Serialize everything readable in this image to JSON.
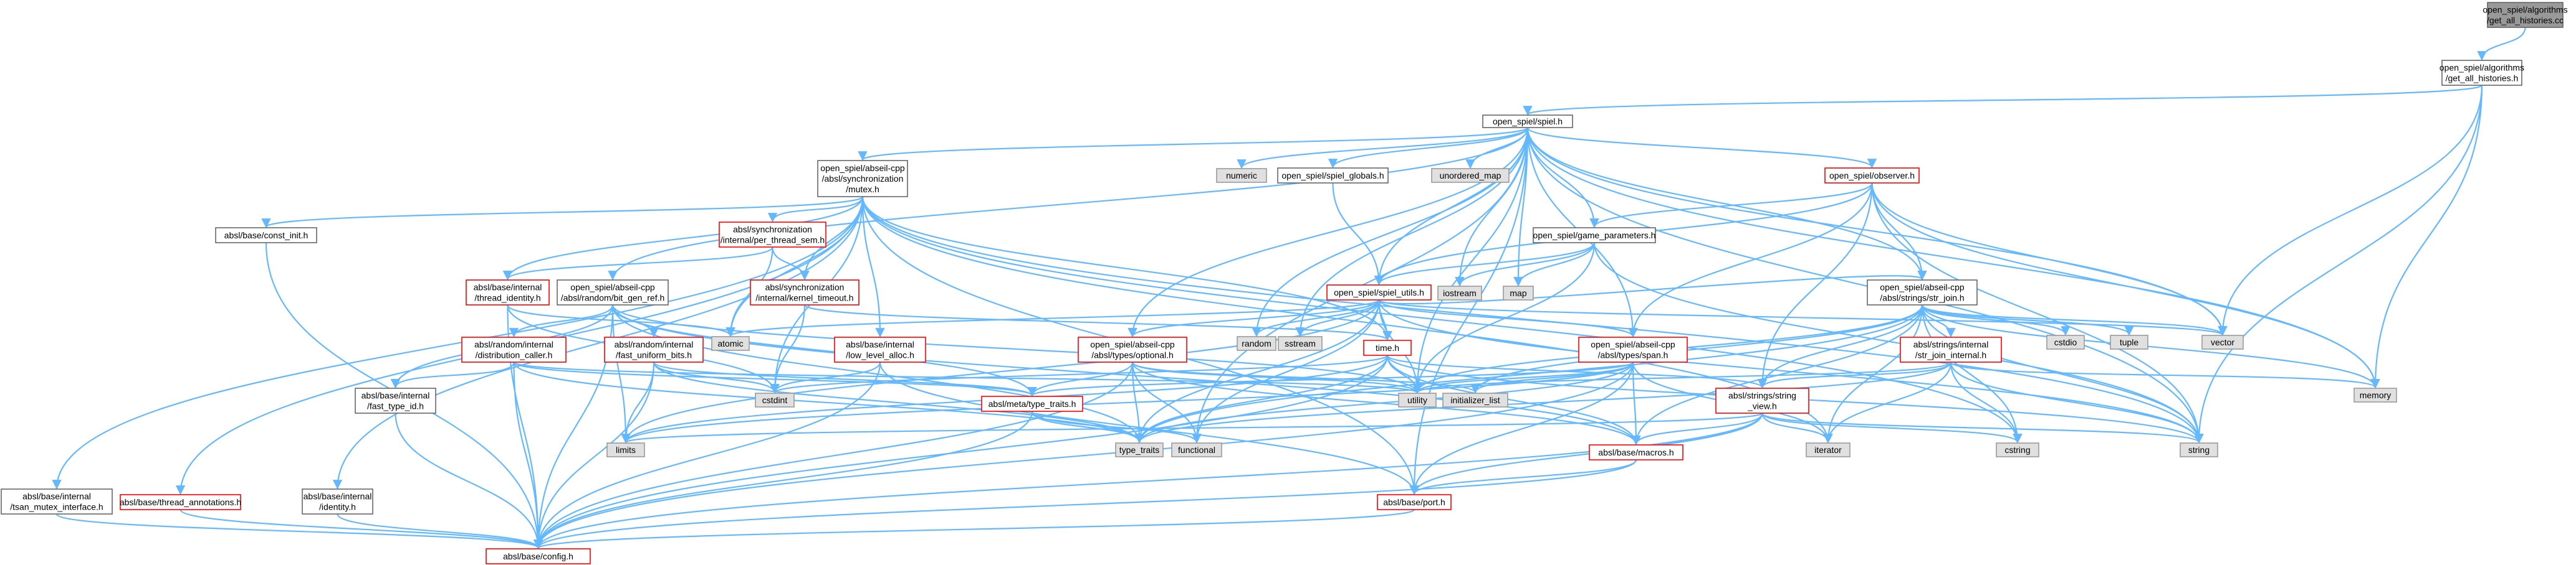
{
  "colors": {
    "edge": "#63b8ff",
    "node_current_fill": "#999999",
    "node_current_stroke": "#666666",
    "node_fill": "#ffffff",
    "node_stroke": "#666666",
    "node_missing_stroke": "#ff0000",
    "node_system_fill": "#e0e0e0",
    "node_system_stroke": "#999999"
  },
  "nodes": [
    {
      "id": "root",
      "lines": [
        "open_spiel/algorithms",
        "/get_all_histories.cc"
      ],
      "kind": "current"
    },
    {
      "id": "gah_h",
      "lines": [
        "open_spiel/algorithms",
        "/get_all_histories.h"
      ],
      "kind": "normal"
    },
    {
      "id": "spiel_h",
      "lines": [
        "open_spiel/spiel.h"
      ],
      "kind": "normal"
    },
    {
      "id": "mutex_h",
      "lines": [
        "open_spiel/abseil-cpp",
        "/absl/synchronization",
        "/mutex.h"
      ],
      "kind": "normal"
    },
    {
      "id": "numeric",
      "lines": [
        "numeric"
      ],
      "kind": "system"
    },
    {
      "id": "spiel_globals",
      "lines": [
        "open_spiel/spiel_globals.h"
      ],
      "kind": "normal"
    },
    {
      "id": "unordered_map",
      "lines": [
        "unordered_map"
      ],
      "kind": "system"
    },
    {
      "id": "observer_h",
      "lines": [
        "open_spiel/observer.h"
      ],
      "kind": "missing"
    },
    {
      "id": "const_init",
      "lines": [
        "absl/base/const_init.h"
      ],
      "kind": "normal"
    },
    {
      "id": "per_thread_sem",
      "lines": [
        "absl/synchronization",
        "/internal/per_thread_sem.h"
      ],
      "kind": "missing"
    },
    {
      "id": "game_params",
      "lines": [
        "open_spiel/game_parameters.h"
      ],
      "kind": "normal"
    },
    {
      "id": "thread_identity",
      "lines": [
        "absl/base/internal",
        "/thread_identity.h"
      ],
      "kind": "missing"
    },
    {
      "id": "bit_gen_ref",
      "lines": [
        "open_spiel/abseil-cpp",
        "/absl/random/bit_gen_ref.h"
      ],
      "kind": "normal"
    },
    {
      "id": "kernel_timeout",
      "lines": [
        "absl/synchronization",
        "/internal/kernel_timeout.h"
      ],
      "kind": "missing"
    },
    {
      "id": "spiel_utils",
      "lines": [
        "open_spiel/spiel_utils.h"
      ],
      "kind": "missing"
    },
    {
      "id": "iostream",
      "lines": [
        "iostream"
      ],
      "kind": "system"
    },
    {
      "id": "map",
      "lines": [
        "map"
      ],
      "kind": "system"
    },
    {
      "id": "str_join",
      "lines": [
        "open_spiel/abseil-cpp",
        "/absl/strings/str_join.h"
      ],
      "kind": "normal"
    },
    {
      "id": "cstdio",
      "lines": [
        "cstdio"
      ],
      "kind": "system"
    },
    {
      "id": "tuple",
      "lines": [
        "tuple"
      ],
      "kind": "system"
    },
    {
      "id": "vector",
      "lines": [
        "vector"
      ],
      "kind": "system"
    },
    {
      "id": "atomic",
      "lines": [
        "atomic"
      ],
      "kind": "system"
    },
    {
      "id": "distribution_caller",
      "lines": [
        "absl/random/internal",
        "/distribution_caller.h"
      ],
      "kind": "missing"
    },
    {
      "id": "fast_uniform_bits",
      "lines": [
        "absl/random/internal",
        "/fast_uniform_bits.h"
      ],
      "kind": "missing"
    },
    {
      "id": "low_level_alloc",
      "lines": [
        "absl/base/internal",
        "/low_level_alloc.h"
      ],
      "kind": "missing"
    },
    {
      "id": "optional_h",
      "lines": [
        "open_spiel/abseil-cpp",
        "/absl/types/optional.h"
      ],
      "kind": "missing"
    },
    {
      "id": "random",
      "lines": [
        "random"
      ],
      "kind": "system"
    },
    {
      "id": "sstream",
      "lines": [
        "sstream"
      ],
      "kind": "system"
    },
    {
      "id": "time_h",
      "lines": [
        "time.h"
      ],
      "kind": "missing"
    },
    {
      "id": "span_h",
      "lines": [
        "open_spiel/abseil-cpp",
        "/absl/types/span.h"
      ],
      "kind": "missing"
    },
    {
      "id": "str_join_internal",
      "lines": [
        "absl/strings/internal",
        "/str_join_internal.h"
      ],
      "kind": "missing"
    },
    {
      "id": "memory",
      "lines": [
        "memory"
      ],
      "kind": "system"
    },
    {
      "id": "fast_type_id",
      "lines": [
        "absl/base/internal",
        "/fast_type_id.h"
      ],
      "kind": "normal"
    },
    {
      "id": "cstdint",
      "lines": [
        "cstdint"
      ],
      "kind": "system"
    },
    {
      "id": "utility",
      "lines": [
        "utility"
      ],
      "kind": "system"
    },
    {
      "id": "initializer_list",
      "lines": [
        "initializer_list"
      ],
      "kind": "system"
    },
    {
      "id": "type_traits_h",
      "lines": [
        "absl/meta/type_traits.h"
      ],
      "kind": "missing"
    },
    {
      "id": "string_view",
      "lines": [
        "absl/strings/string",
        "_view.h"
      ],
      "kind": "missing"
    },
    {
      "id": "limits",
      "lines": [
        "limits"
      ],
      "kind": "system"
    },
    {
      "id": "type_traits",
      "lines": [
        "type_traits"
      ],
      "kind": "system"
    },
    {
      "id": "functional",
      "lines": [
        "functional"
      ],
      "kind": "system"
    },
    {
      "id": "macros_h",
      "lines": [
        "absl/base/macros.h"
      ],
      "kind": "missing"
    },
    {
      "id": "iterator",
      "lines": [
        "iterator"
      ],
      "kind": "system"
    },
    {
      "id": "cstring",
      "lines": [
        "cstring"
      ],
      "kind": "system"
    },
    {
      "id": "string",
      "lines": [
        "string"
      ],
      "kind": "system"
    },
    {
      "id": "tsan_mutex",
      "lines": [
        "absl/base/internal",
        "/tsan_mutex_interface.h"
      ],
      "kind": "normal"
    },
    {
      "id": "thread_annotations",
      "lines": [
        "absl/base/thread_annotations.h"
      ],
      "kind": "missing"
    },
    {
      "id": "identity_h",
      "lines": [
        "absl/base/internal",
        "/identity.h"
      ],
      "kind": "normal"
    },
    {
      "id": "port_h",
      "lines": [
        "absl/base/port.h"
      ],
      "kind": "missing"
    },
    {
      "id": "config_h",
      "lines": [
        "absl/base/config.h"
      ],
      "kind": "missing"
    }
  ]
}
